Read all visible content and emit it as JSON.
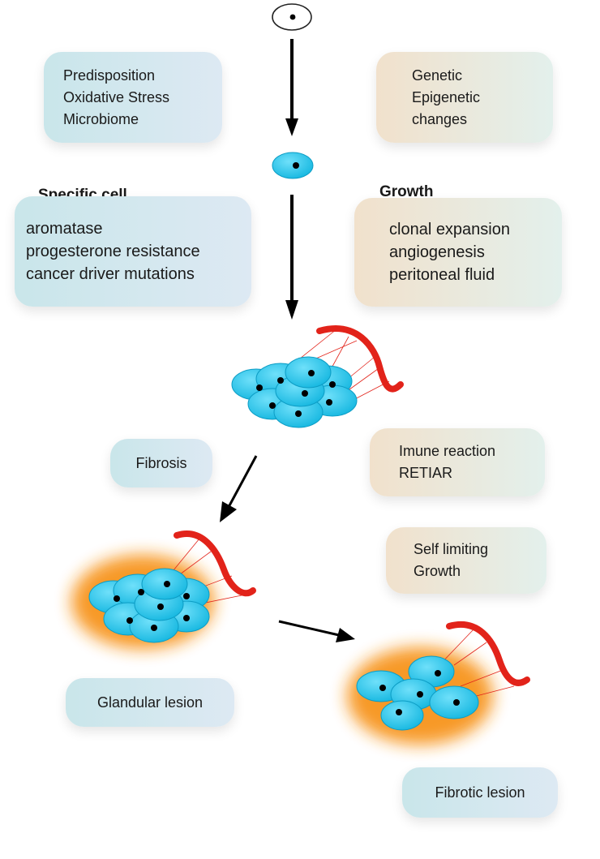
{
  "boxes": {
    "predisposition": [
      "Predisposition",
      "Oxidative Stress",
      "Microbiome"
    ],
    "genetic": [
      "Genetic",
      "Epigenetic",
      "changes"
    ],
    "specific_cell": [
      "aromatase",
      "progesterone resistance",
      "cancer driver mutations"
    ],
    "growth": [
      "clonal expansion",
      "angiogenesis",
      "peritoneal fluid"
    ],
    "fibrosis": [
      "Fibrosis"
    ],
    "immune": [
      "Imune reaction",
      "RETIAR"
    ],
    "self_limiting": [
      "Self limiting",
      "Growth"
    ],
    "glandular": [
      "Glandular lesion"
    ],
    "fibrotic": [
      "Fibrotic lesion"
    ]
  },
  "headings": {
    "specific_cell": "Specific cell",
    "growth": "Growth"
  },
  "colors": {
    "cell": "#1ec4ec",
    "vessel": "#e2231a",
    "orange": "#f7941d",
    "arrow": "#000000"
  }
}
